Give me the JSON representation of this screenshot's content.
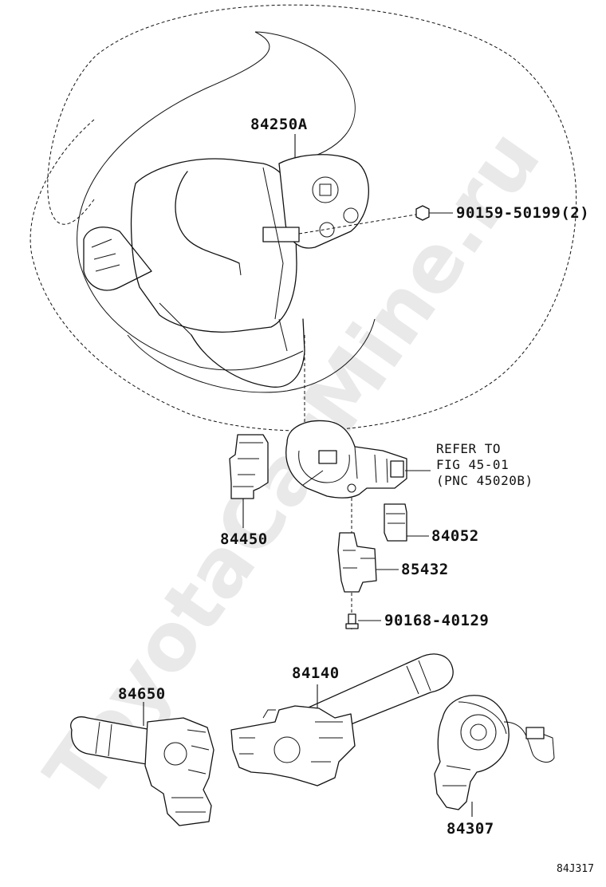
{
  "watermark": "ToyotaCarMine.ru",
  "figure_id": "84J317",
  "callouts": {
    "steering_wheel": "84250A",
    "screw_top": "90159-50199(2)",
    "refer_note": [
      "REFER TO",
      "FIG 45-01",
      "(PNC 45020B)"
    ],
    "left_switch": "84450",
    "connector": "84052",
    "sensor": "85432",
    "bolt": "90168-40129",
    "right_lever": "84140",
    "left_lever": "84650",
    "spiral_cable": "84307"
  }
}
